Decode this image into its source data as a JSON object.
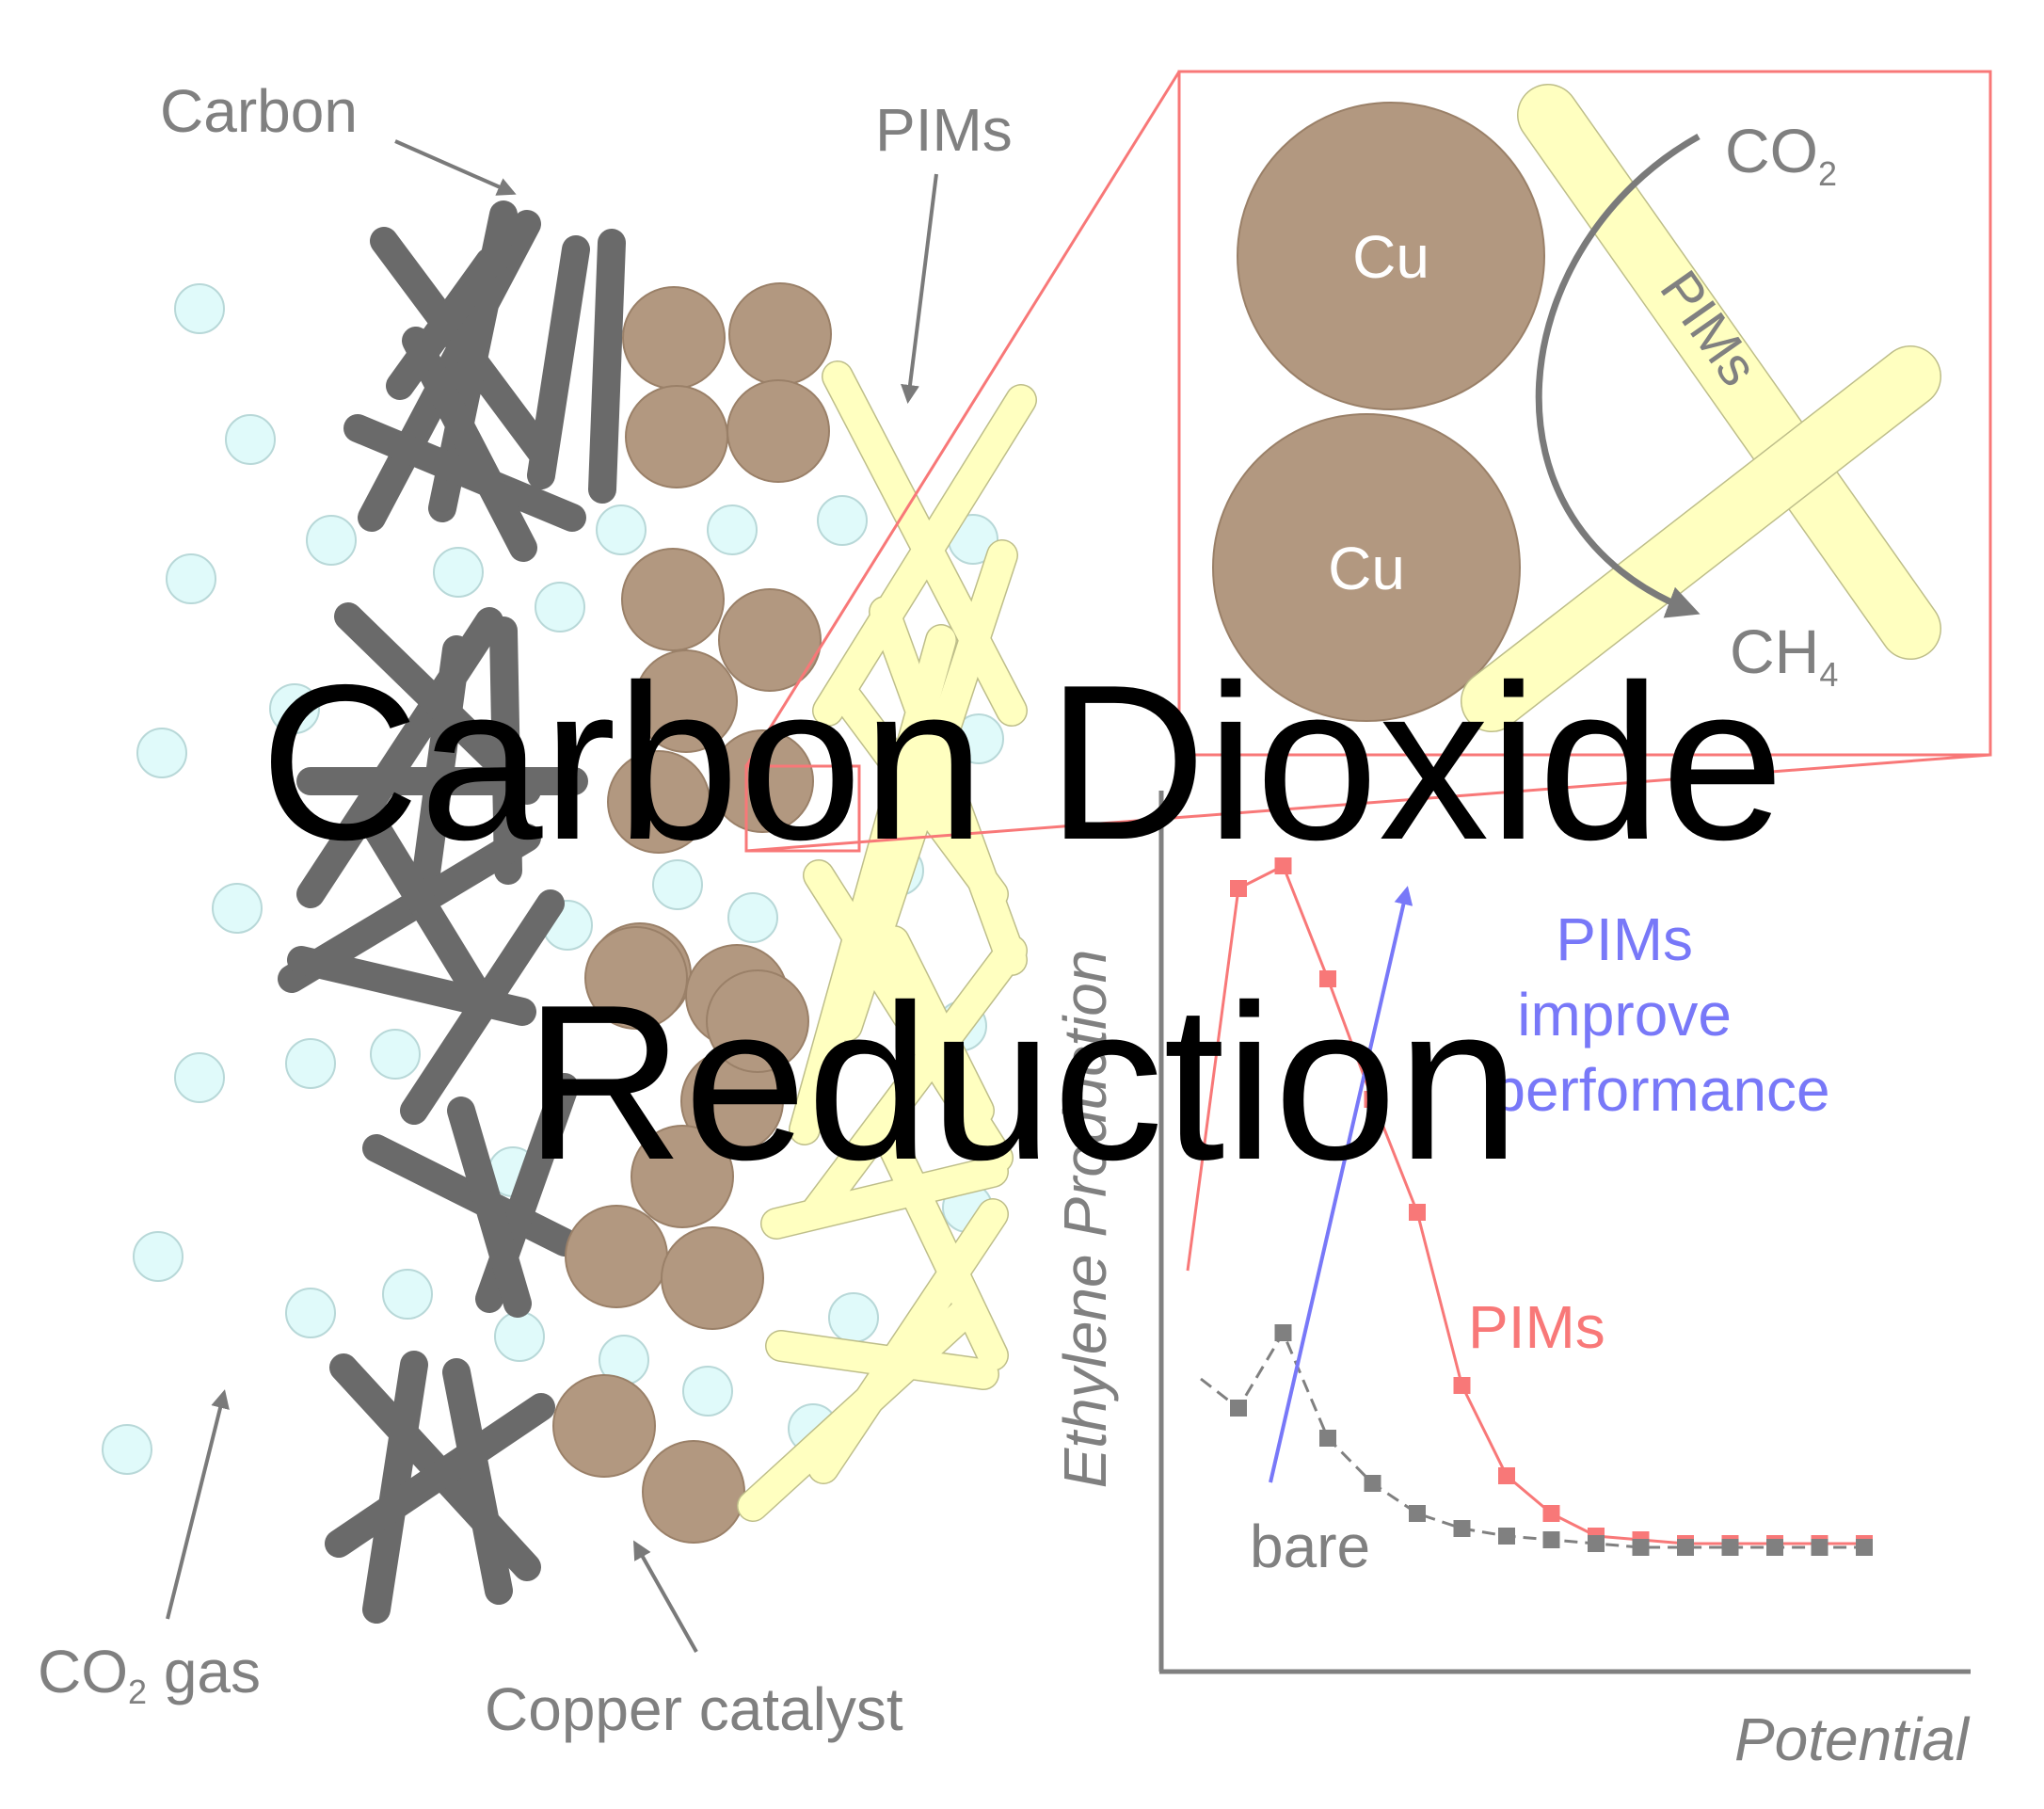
{
  "labels": {
    "carbon": "Carbon",
    "pims_top": "PIMs",
    "co2_gas_prefix": "CO",
    "co2_gas_sub": "2",
    "co2_gas_suffix": " gas",
    "copper_catalyst": "Copper catalyst"
  },
  "inset": {
    "cu_label": "Cu",
    "pims_label": "PIMs",
    "co2_prefix": "CO",
    "co2_sub": "2",
    "ch4_prefix": "CH",
    "ch4_sub": "4"
  },
  "chart_data": {
    "type": "line",
    "title": "",
    "xlabel": "Potential",
    "ylabel": "Ethylene Production",
    "x": [
      1,
      2,
      3,
      4,
      5,
      6,
      7,
      8,
      9,
      10,
      11,
      12,
      13,
      14,
      15
    ],
    "series": [
      {
        "name": "PIMs",
        "color": "#f87878",
        "values": [
          8.8,
          9.1,
          7.6,
          6.0,
          4.5,
          2.2,
          1.0,
          0.5,
          0.2,
          0.15,
          0.1,
          0.1,
          0.1,
          0.1,
          0.1
        ]
      },
      {
        "name": "bare",
        "color": "#808080",
        "values": [
          1.9,
          2.9,
          1.5,
          0.9,
          0.5,
          0.3,
          0.2,
          0.15,
          0.1,
          0.05,
          0.05,
          0.05,
          0.05,
          0.05,
          0.05
        ]
      }
    ],
    "annotation": {
      "text_lines": [
        "PIMs",
        "improve",
        "performance"
      ],
      "color": "#7878f8"
    },
    "axes_color": "#808080"
  },
  "title_overlay": {
    "line1": "Carbon Dioxide",
    "line2": "Reduction"
  }
}
